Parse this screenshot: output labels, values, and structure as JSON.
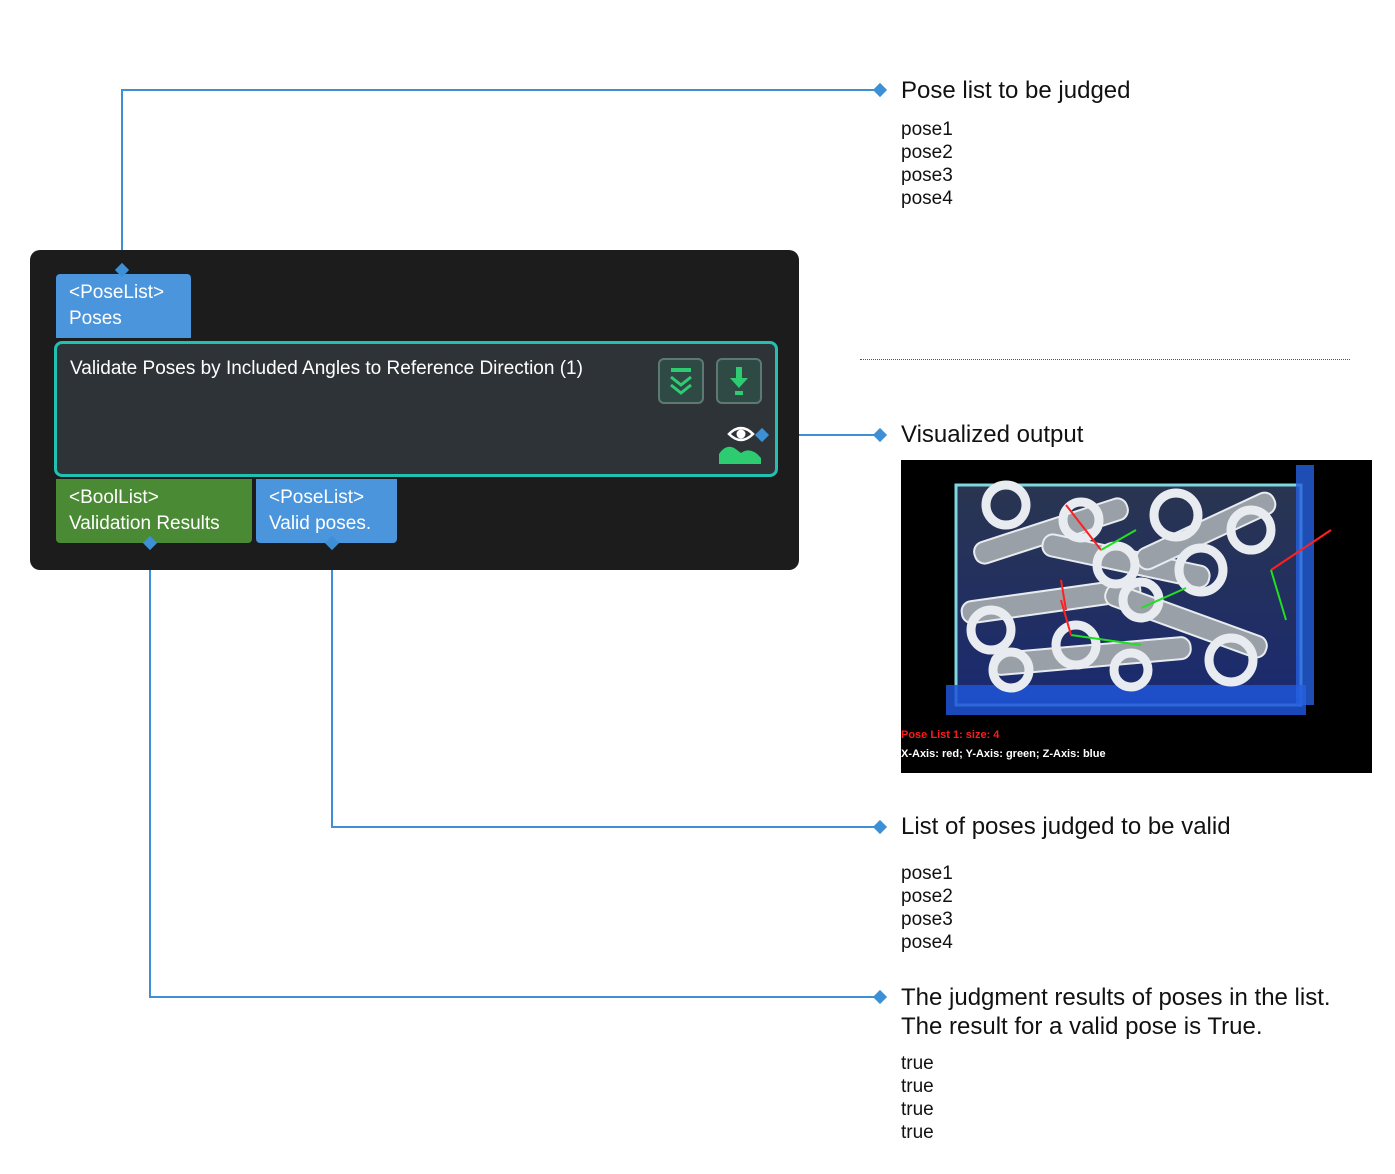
{
  "node": {
    "title": "Validate Poses by Included Angles to Reference Direction (1)",
    "input_port": {
      "type": "<PoseList>",
      "name": "Poses"
    },
    "output_ports": [
      {
        "type": "<BoolList>",
        "name": "Validation Results"
      },
      {
        "type": "<PoseList>",
        "name": "Valid poses."
      }
    ],
    "buttons": [
      "collapse-icon",
      "download-icon"
    ],
    "visualize_icon": "eye-icon"
  },
  "annotations": {
    "input": {
      "label": "Pose list to be judged",
      "values": [
        "pose1",
        "pose2",
        "pose3",
        "pose4"
      ]
    },
    "visualized": {
      "label": "Visualized output",
      "caption_line1": "Pose List 1: size: 4",
      "caption_line2": "X-Axis: red; Y-Axis: green; Z-Axis: blue"
    },
    "valid_poses": {
      "label": "List of poses judged to be valid",
      "values": [
        "pose1",
        "pose2",
        "pose3",
        "pose4"
      ]
    },
    "results": {
      "label_line1": "The judgment results of poses in the list.",
      "label_line2": "The result for a valid pose is True.",
      "values": [
        "true",
        "true",
        "true",
        "true"
      ]
    }
  },
  "colors": {
    "connector": "#3d8fd6",
    "pose_port": "#4a95dc",
    "bool_port": "#4a8a35",
    "node_border": "#22c0b0",
    "panel": "#1c1c1c"
  }
}
